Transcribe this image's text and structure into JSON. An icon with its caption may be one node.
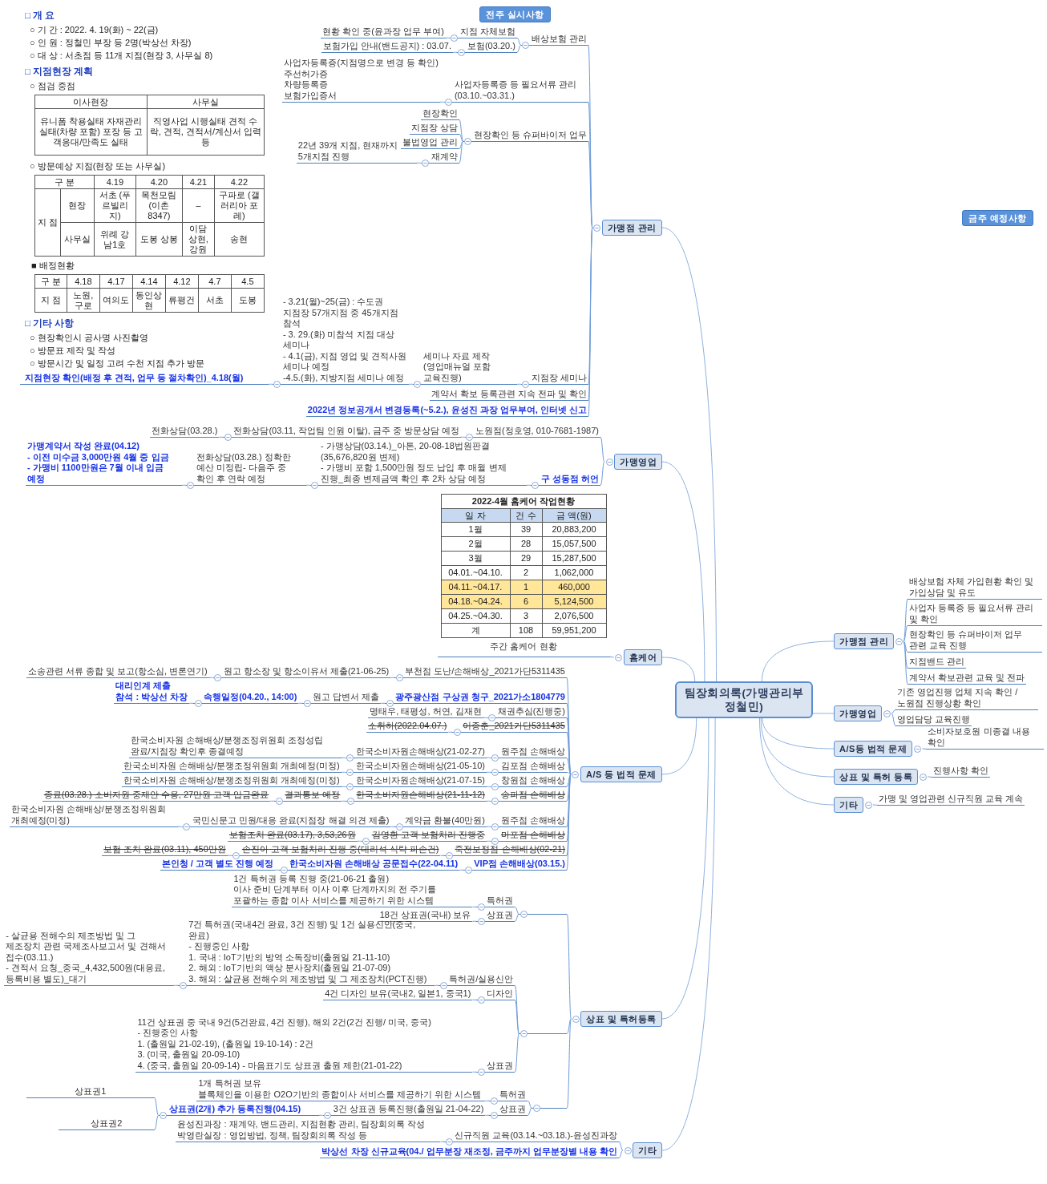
{
  "diagram": {
    "nodes": [
      {
        "text": [
          "전주 실시사항"
        ]
      },
      {
        "text": [
          "금주 예정사항"
        ]
      },
      {
        "text": [
          "팀장회의록(가맹관리부 정철민)"
        ]
      },
      {
        "text": [
          "가맹점 관리"
        ]
      },
      {
        "text": [
          "배상보험 관리"
        ]
      },
      {
        "text": [
          "지점 자체보험"
        ]
      },
      {
        "text": [
          "현황 확인 중(윤과장 업무 부여)"
        ]
      },
      {
        "text": [
          "보험(03.20.)"
        ]
      },
      {
        "text": [
          "보험가입 안내(밴드공지) : 03.07."
        ]
      },
      {
        "text": [
          "사업자등록증 등 필요서류 관리 (03.10.~03.31.)"
        ]
      },
      {
        "text": [
          "사업자등록증(지점명으로 변경 등 확인)",
          "주선허가증",
          "차량등록증",
          "보험가입증서"
        ]
      },
      {
        "text": [
          "현장확인 등 슈퍼바이저 업무"
        ]
      },
      {
        "text": [
          "현장확인"
        ]
      },
      {
        "text": [
          "지점장 상담"
        ]
      },
      {
        "text": [
          "불법영업 관리"
        ]
      },
      {
        "text": [
          "재계약"
        ]
      },
      {
        "text": [
          "22년 39개 지점, 현재까지 5개지점 진행"
        ]
      },
      {
        "text": [
          "지점장 세미나"
        ]
      },
      {
        "text": [
          "세미나 자료 제작(영업매뉴얼 포함 교육진행)"
        ]
      },
      {
        "text": [
          "- 3.21(월)~25(금) : 수도권 지점장 57개지점 중 45개지점 참석",
          "- 3. 29.(화) 미참석 지점 대상 세미나",
          "- 4.1(금), 지점 영업 및 견적사원 세미나 예정",
          "-4.5.(화), 지방지점 세미나 예정"
        ]
      },
      {
        "text": [
          "□ 개 요",
          "○ 기 간 : 2022. 4. 19(화) ~ 22(금)",
          "○ 인 원 : 정철민 부장 등 2명(박상선 차장)",
          "○ 대 상 : 서초점 등 11개 지점(현장 3, 사무실 8)",
          "□ 지점현장 계획",
          "○ 점검 중점",
          "이사현장",
          "사무실",
          "유니폼 착용실태 자재관리 실태(차량 포함) 포장 등 고객응대/만족도 실태",
          "직영사업 시행실태 견적 수락, 견적, 견적서/계산서 입력 등",
          "○ 방문예상 지점(현장 또는 사무실)",
          "구 분",
          "4.19",
          "4.20",
          "4.21",
          "4.22",
          "지 점",
          "현장",
          "서초 (푸르빌리지)",
          "목천모림 (이촌8347)",
          "–",
          "구파로 (갤러리아 포레)",
          "사무실",
          "위례 강남1호",
          "도봉 상봉",
          "이담 상현,강원",
          "송현",
          "■ 배정현황",
          "구 분",
          "4.18",
          "4.17",
          "4.14",
          "4.12",
          "4.7",
          "4.5",
          "지 점",
          "노원,구로",
          "여의도",
          "동인상현",
          "류평건",
          "서초",
          "도봉",
          "□ 기타 사항",
          "○ 현장확인시 공사명 사진촬영",
          "○ 방문표 제작 및 작성",
          "○ 방문시간 및 일정 고려 수천 지점 추가 방문",
          "지점현장 확인(배정 후 견적, 업무 등 절차확인)_4.18(월)"
        ]
      },
      {
        "text": [
          "계약서 확보 등록관련 지속 전파 및 확인"
        ]
      },
      {
        "text": [
          "2022년 정보공개서 변경등록(~5.2.), 윤성진 과장 업무부여, 인터넷 신고"
        ]
      },
      {
        "text": [
          "가맹영업"
        ]
      },
      {
        "text": [
          "노원점(정호영, 010-7681-1987)"
        ]
      },
      {
        "text": [
          "전화상담(03.11, 작업팀 인원 이탈), 금주 중 방문상담 예정"
        ]
      },
      {
        "text": [
          "전화상담(03.28.)"
        ]
      },
      {
        "text": [
          "구 성동점 허언"
        ]
      },
      {
        "text": [
          "- 가맹상담(03.14.)_아톤, 20-08-18법원판결(35,676,820원 변제)",
          "- 가맹비 포함 1,500만원 정도 납입 후 매월 변제 진행_최종 변제금액 확인 후 2차 상담 예정"
        ]
      },
      {
        "text": [
          "전화상담(03.28.) 정확한 예산 미정립- 다음주 중 확인 후 연락 예정"
        ]
      },
      {
        "text": [
          "가맹계약서 작성 완료(04.12)",
          "- 이전 미수금 3,000만원 4월 중 입금",
          "- 가맹비 1100만원은 7월 이내 입금 예정"
        ]
      },
      {
        "text": [
          "홈케어"
        ]
      },
      {
        "text": [
          "2022-4월 홈케어 작업현황",
          "일 자",
          "건 수",
          "금 액(원)",
          "1월",
          "39",
          "20,883,200",
          "2월",
          "28",
          "15,057,500",
          "3월",
          "29",
          "15,287,500",
          "04.01.~04.10.",
          "2",
          "1,062,000",
          "04.11.~04.17.",
          "1",
          "460,000",
          "04.18.~04.24.",
          "6",
          "5,124,500",
          "04.25.~04.30.",
          "3",
          "2,076,500",
          "계",
          "108",
          "59,951,200",
          "주간 홈케어 현황"
        ]
      },
      {
        "text": [
          "A/S 등 법적 문제"
        ]
      },
      {
        "text": [
          "부천점 도난/손해배상_2021가단5311435"
        ]
      },
      {
        "text": [
          "원고 항소장 및 항소이유서 제출(21-06-25)"
        ]
      },
      {
        "text": [
          "소송관련 서류 종합 및 보고(항소심, 변론연기)"
        ]
      },
      {
        "text": [
          "광주광산점 구상권 청구_2021가소1804779"
        ]
      },
      {
        "text": [
          "원고 답변서 제출"
        ]
      },
      {
        "text": [
          "속행일정(04.20., 14:00)"
        ]
      },
      {
        "text": [
          "대리인계 제출",
          "참석 : 박상선 차장"
        ]
      },
      {
        "text": [
          "채권추심(진행중)"
        ]
      },
      {
        "text": [
          "명태우, 태평성, 허연, 김재현"
        ]
      },
      {
        "text": [
          "이종춘_2021가단5311435"
        ]
      },
      {
        "text": [
          "소취하(2022.04.07.)"
        ]
      },
      {
        "text": [
          "원주점 손해배상"
        ]
      },
      {
        "text": [
          "한국소비자원손해배상(21-02-27)"
        ]
      },
      {
        "text": [
          "한국소비자원 손해배상/분쟁조정위원회 조정성립 완료/지점장 확인후 종결예정"
        ]
      },
      {
        "text": [
          "김포점 손해배상"
        ]
      },
      {
        "text": [
          "한국소비자원손해배상(21-05-10)"
        ]
      },
      {
        "text": [
          "한국소비자원 손해배상/분쟁조정위원회 개최예정(미정)"
        ]
      },
      {
        "text": [
          "창원점 손해배상"
        ]
      },
      {
        "text": [
          "한국소비자원손해배상(21-07-15)"
        ]
      },
      {
        "text": [
          "한국소비자원 손해배상/분쟁조정위원회 개최예정(미정)"
        ]
      },
      {
        "text": [
          "송파점 손해배상"
        ]
      },
      {
        "text": [
          "한국소비자원손해배상(21-11-12)"
        ]
      },
      {
        "text": [
          "결과통보 예정"
        ]
      },
      {
        "text": [
          "종료(03.28.) 소비자원 중재안 수용, 27만원 고객 입금완료"
        ]
      },
      {
        "text": [
          "원주점 손해배상"
        ]
      },
      {
        "text": [
          "계약금 환불(40만원)"
        ]
      },
      {
        "text": [
          "국민신문고 민원/대응 완료(지점장 해결 의견 제출)"
        ]
      },
      {
        "text": [
          "한국소비자원 손해배상/분쟁조정위원회 개최예정(미정)"
        ]
      },
      {
        "text": [
          "마포점 손해배상"
        ]
      },
      {
        "text": [
          "김영환 고객 보험처리 진행중"
        ]
      },
      {
        "text": [
          "보험조치 완료(03.17), 3,53,26원"
        ]
      },
      {
        "text": [
          "죽전보정점 손해배상(02-21)"
        ]
      },
      {
        "text": [
          "손진아 고객 보험처리 진행 중(대리석 식탁 파손건)"
        ]
      },
      {
        "text": [
          "보험 조치 완료(03.11), 450만원"
        ]
      },
      {
        "text": [
          "VIP점 손해배상(03.15.)"
        ]
      },
      {
        "text": [
          "한국소비자원 손해배상 공문접수(22-04.11)"
        ]
      },
      {
        "text": [
          "본인청 / 고객 별도 진행 예정"
        ]
      },
      {
        "text": [
          "상표 및 특허등록"
        ]
      },
      {
        "text": [],
        "shape": "line"
      },
      {
        "text": [
          "특허권"
        ]
      },
      {
        "text": [
          "1건 특허권 등록 진행 중(21-06-21 출원)",
          "이사 준비 단계부터 이사 이후 단계까지의 전 주기를 포괄하는 종합 이사 서비스를 제공하기 위한 시스템"
        ]
      },
      {
        "text": [
          "상표권"
        ]
      },
      {
        "text": [
          "18건 상표권(국내) 보유"
        ]
      },
      {
        "text": [],
        "shape": "line"
      },
      {
        "text": [
          "특허권/실용신안"
        ]
      },
      {
        "text": [
          "7건 특허권(국내4건 완료, 3건 진행) 및 1건 실용신안(중국, 완료)",
          "- 진행중인 사항",
          "1. 국내 : IoT기반의 방역 소독장비(출원일 21-11-10)",
          "2. 해외 : IoT기반의 액상 분사장치(출원일 21-07-09)",
          "3. 해외 : 살균용 전해수의 제조방법 및 그 제조장치(PCT진행)"
        ]
      },
      {
        "text": [
          "- 살균용 전해수의 제조방법 및 그 제조장치 관련 국제조사보고서 및 견해서 접수(03.11.)",
          "- 견적서 요청_중국_4,432,500원(대응료, 등록비용 별도)_대기"
        ]
      },
      {
        "text": [
          "디자인"
        ]
      },
      {
        "text": [
          "4건 디자인 보유(국내2, 일본1, 중국1)"
        ]
      },
      {
        "text": [
          "상표권"
        ]
      },
      {
        "text": [
          "11건 상표권 중 국내 9건(5건완료, 4건 진행), 해외 2건(2건 진행/ 미국, 중국)",
          "- 진행중인 사항",
          "1. (출원일 21-02-19), (출원일 19-10-14) : 2건",
          "3. (미국, 출원일 20-09-10)",
          "4. (중국, 출원일 20-09-14) - 마음표기도 상표권 출원 제한(21-01-22)"
        ]
      },
      {
        "text": [],
        "shape": "line"
      },
      {
        "text": [
          "특허권"
        ]
      },
      {
        "text": [
          "1개 특허권 보유",
          "블록체인을 이용한 O2O기반의 종합이사 서비스를 제공하기 위한 시스템"
        ]
      },
      {
        "text": [
          "상표권"
        ]
      },
      {
        "text": [
          "3건 상표권 등록진행(출원일 21-04-22)"
        ]
      },
      {
        "text": [
          "상표권(2개) 추가 등록진행(04.15)"
        ]
      },
      {
        "text": [
          "상표권1"
        ]
      },
      {
        "text": [
          "상표권2"
        ]
      },
      {
        "text": [
          "기타"
        ]
      },
      {
        "text": [
          "신규직원 교육(03.14.~03.18.)-윤성진과장"
        ]
      },
      {
        "text": [
          "윤성진과장 : 재계약, 밴드관리, 지점현황 관리, 팀장회의록 작성",
          "박영란실장 : 영업방법, 정책, 팀장회의록 작성 등"
        ]
      },
      {
        "text": [
          "박상선 차장 신규교육(04./ 업무분장 재조정, 금주까지 업무분장별 내용 확인"
        ]
      },
      {
        "text": [
          "가맹점 관리"
        ]
      },
      {
        "text": [
          "배상보험 자체 가입현황 확인 및 가입상담 및 유도"
        ]
      },
      {
        "text": [
          "사업자 등록증 등 필요서류 관리 및 확인"
        ]
      },
      {
        "text": [
          "현장확인 등 슈퍼바이저 업무 관련 교육 진행"
        ]
      },
      {
        "text": [
          "지점밴드 관리"
        ]
      },
      {
        "text": [
          "계약서 확보관련 교육 및 전파"
        ]
      },
      {
        "text": [
          "가맹영업"
        ]
      },
      {
        "text": [
          "기존 영업진행 업체 지속 확인 / 노원점 진행상황 확인"
        ]
      },
      {
        "text": [
          "영업담당 교육진행"
        ]
      },
      {
        "text": [
          "A/S등 법적 문제"
        ]
      },
      {
        "text": [
          "소비자보호원 미종결 내용 확인"
        ]
      },
      {
        "text": [
          "상표 및 특허 등록"
        ]
      },
      {
        "text": [
          "진행사항 확인"
        ]
      },
      {
        "text": [
          "기타"
        ]
      },
      {
        "text": [
          "가맹 및 영업관련 신규직원 교육 계속"
        ]
      }
    ],
    "edges": [
      {
        "from": 2,
        "to": 3,
        "arrow": "none"
      },
      {
        "from": 2,
        "to": 23,
        "arrow": "none"
      },
      {
        "from": 2,
        "to": 31,
        "arrow": "none"
      },
      {
        "from": 2,
        "to": 33,
        "arrow": "none"
      },
      {
        "from": 2,
        "to": 71,
        "arrow": "none"
      },
      {
        "from": 2,
        "to": 93,
        "arrow": "none"
      },
      {
        "from": 2,
        "to": 97,
        "arrow": "none"
      },
      {
        "from": 2,
        "to": 103,
        "arrow": "none"
      },
      {
        "from": 2,
        "to": 106,
        "arrow": "none"
      },
      {
        "from": 2,
        "to": 108,
        "arrow": "none"
      },
      {
        "from": 2,
        "to": 110,
        "arrow": "none"
      },
      {
        "from": 3,
        "to": 4,
        "arrow": "none"
      },
      {
        "from": 4,
        "to": 5,
        "arrow": "none"
      },
      {
        "from": 5,
        "to": 6,
        "arrow": "none"
      },
      {
        "from": 4,
        "to": 7,
        "arrow": "none"
      },
      {
        "from": 7,
        "to": 8,
        "arrow": "none"
      },
      {
        "from": 3,
        "to": 9,
        "arrow": "none"
      },
      {
        "from": 9,
        "to": 10,
        "arrow": "none"
      },
      {
        "from": 3,
        "to": 11,
        "arrow": "none"
      },
      {
        "from": 11,
        "to": 12,
        "arrow": "none"
      },
      {
        "from": 11,
        "to": 13,
        "arrow": "none"
      },
      {
        "from": 11,
        "to": 14,
        "arrow": "none"
      },
      {
        "from": 11,
        "to": 15,
        "arrow": "none"
      },
      {
        "from": 15,
        "to": 16,
        "arrow": "none"
      },
      {
        "from": 3,
        "to": 17,
        "arrow": "none"
      },
      {
        "from": 17,
        "to": 18,
        "arrow": "none"
      },
      {
        "from": 18,
        "to": 19,
        "arrow": "none"
      },
      {
        "from": 19,
        "to": 20,
        "arrow": "none"
      },
      {
        "from": 3,
        "to": 21,
        "arrow": "none"
      },
      {
        "from": 3,
        "to": 22,
        "arrow": "none"
      },
      {
        "from": 23,
        "to": 24,
        "arrow": "none"
      },
      {
        "from": 24,
        "to": 25,
        "arrow": "none"
      },
      {
        "from": 25,
        "to": 26,
        "arrow": "none"
      },
      {
        "from": 23,
        "to": 27,
        "arrow": "none"
      },
      {
        "from": 27,
        "to": 28,
        "arrow": "none"
      },
      {
        "from": 28,
        "to": 29,
        "arrow": "none"
      },
      {
        "from": 29,
        "to": 30,
        "arrow": "none"
      },
      {
        "from": 31,
        "to": 32,
        "arrow": "none"
      },
      {
        "from": 33,
        "to": 34,
        "arrow": "none"
      },
      {
        "from": 34,
        "to": 35,
        "arrow": "none"
      },
      {
        "from": 35,
        "to": 36,
        "arrow": "none"
      },
      {
        "from": 33,
        "to": 37,
        "arrow": "none"
      },
      {
        "from": 37,
        "to": 38,
        "arrow": "none"
      },
      {
        "from": 38,
        "to": 39,
        "arrow": "none"
      },
      {
        "from": 39,
        "to": 40,
        "arrow": "none"
      },
      {
        "from": 33,
        "to": 41,
        "arrow": "none"
      },
      {
        "from": 41,
        "to": 42,
        "arrow": "none"
      },
      {
        "from": 33,
        "to": 43,
        "arrow": "none"
      },
      {
        "from": 43,
        "to": 44,
        "arrow": "none"
      },
      {
        "from": 33,
        "to": 45,
        "arrow": "none"
      },
      {
        "from": 45,
        "to": 46,
        "arrow": "none"
      },
      {
        "from": 46,
        "to": 47,
        "arrow": "none"
      },
      {
        "from": 33,
        "to": 48,
        "arrow": "none"
      },
      {
        "from": 48,
        "to": 49,
        "arrow": "none"
      },
      {
        "from": 49,
        "to": 50,
        "arrow": "none"
      },
      {
        "from": 33,
        "to": 51,
        "arrow": "none"
      },
      {
        "from": 51,
        "to": 52,
        "arrow": "none"
      },
      {
        "from": 52,
        "to": 53,
        "arrow": "none"
      },
      {
        "from": 33,
        "to": 54,
        "arrow": "none"
      },
      {
        "from": 54,
        "to": 55,
        "arrow": "none"
      },
      {
        "from": 55,
        "to": 56,
        "arrow": "none"
      },
      {
        "from": 56,
        "to": 57,
        "arrow": "none"
      },
      {
        "from": 33,
        "to": 58,
        "arrow": "none"
      },
      {
        "from": 58,
        "to": 59,
        "arrow": "none"
      },
      {
        "from": 59,
        "to": 60,
        "arrow": "none"
      },
      {
        "from": 60,
        "to": 61,
        "arrow": "none"
      },
      {
        "from": 33,
        "to": 62,
        "arrow": "none"
      },
      {
        "from": 62,
        "to": 63,
        "arrow": "none"
      },
      {
        "from": 63,
        "to": 64,
        "arrow": "none"
      },
      {
        "from": 33,
        "to": 65,
        "arrow": "none"
      },
      {
        "from": 65,
        "to": 66,
        "arrow": "none"
      },
      {
        "from": 66,
        "to": 67,
        "arrow": "none"
      },
      {
        "from": 33,
        "to": 68,
        "arrow": "none"
      },
      {
        "from": 68,
        "to": 69,
        "arrow": "none"
      },
      {
        "from": 69,
        "to": 70,
        "arrow": "none"
      },
      {
        "from": 71,
        "to": 72,
        "arrow": "none"
      },
      {
        "from": 72,
        "to": 73,
        "arrow": "none"
      },
      {
        "from": 73,
        "to": 74,
        "arrow": "none"
      },
      {
        "from": 72,
        "to": 75,
        "arrow": "none"
      },
      {
        "from": 75,
        "to": 76,
        "arrow": "none"
      },
      {
        "from": 71,
        "to": 77,
        "arrow": "none"
      },
      {
        "from": 77,
        "to": 78,
        "arrow": "none"
      },
      {
        "from": 78,
        "to": 79,
        "arrow": "none"
      },
      {
        "from": 79,
        "to": 80,
        "arrow": "none"
      },
      {
        "from": 77,
        "to": 81,
        "arrow": "none"
      },
      {
        "from": 81,
        "to": 82,
        "arrow": "none"
      },
      {
        "from": 77,
        "to": 83,
        "arrow": "none"
      },
      {
        "from": 83,
        "to": 84,
        "arrow": "none"
      },
      {
        "from": 71,
        "to": 85,
        "arrow": "none"
      },
      {
        "from": 85,
        "to": 86,
        "arrow": "none"
      },
      {
        "from": 86,
        "to": 87,
        "arrow": "none"
      },
      {
        "from": 85,
        "to": 88,
        "arrow": "none"
      },
      {
        "from": 88,
        "to": 89,
        "arrow": "none"
      },
      {
        "from": 89,
        "to": 90,
        "arrow": "none"
      },
      {
        "from": 90,
        "to": 91,
        "arrow": "none"
      },
      {
        "from": 90,
        "to": 92,
        "arrow": "none"
      },
      {
        "from": 93,
        "to": 94,
        "arrow": "none"
      },
      {
        "from": 94,
        "to": 95,
        "arrow": "none"
      },
      {
        "from": 93,
        "to": 96,
        "arrow": "none"
      },
      {
        "from": 97,
        "to": 98,
        "arrow": "none"
      },
      {
        "from": 97,
        "to": 99,
        "arrow": "none"
      },
      {
        "from": 97,
        "to": 100,
        "arrow": "none"
      },
      {
        "from": 97,
        "to": 101,
        "arrow": "none"
      },
      {
        "from": 97,
        "to": 102,
        "arrow": "none"
      },
      {
        "from": 103,
        "to": 104,
        "arrow": "none"
      },
      {
        "from": 103,
        "to": 105,
        "arrow": "none"
      },
      {
        "from": 106,
        "to": 107,
        "arrow": "none"
      },
      {
        "from": 108,
        "to": 109,
        "arrow": "none"
      },
      {
        "from": 110,
        "to": 111,
        "arrow": "none"
      }
    ]
  }
}
